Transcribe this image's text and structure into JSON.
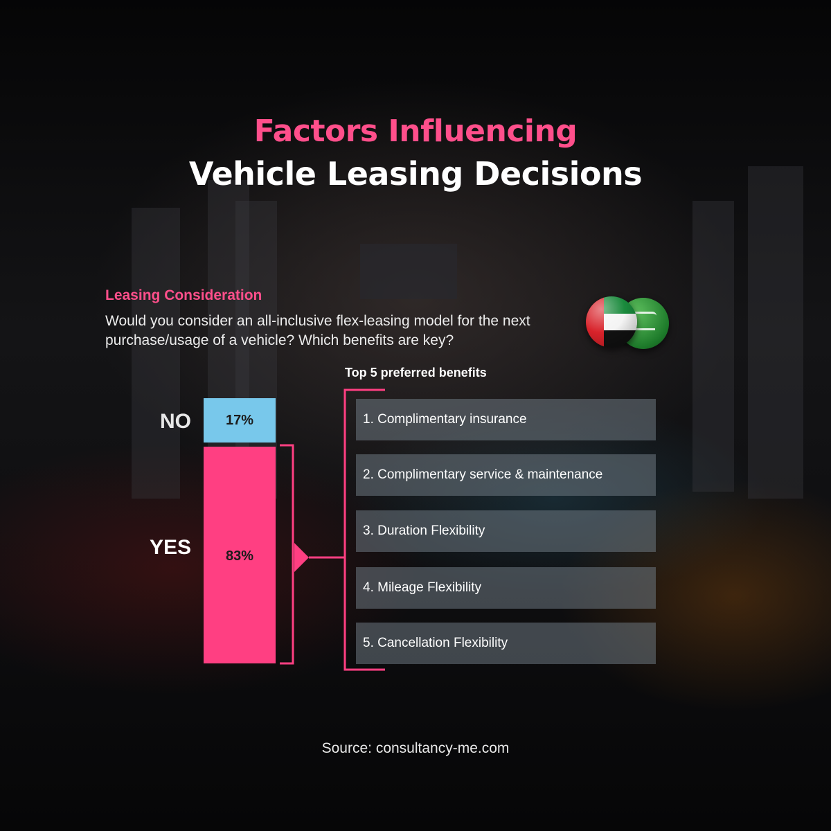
{
  "header": {
    "title_line1": "Factors Influencing",
    "title_line2": "Vehicle Leasing Decisions"
  },
  "section": {
    "label": "Leasing Consideration",
    "question": "Would you consider an all-inclusive flex-leasing model for the next purchase/usage of a vehicle? Which benefits are key?"
  },
  "flags": [
    "uae-flag-icon",
    "saudi-arabia-flag-icon"
  ],
  "chart_data": [
    {
      "type": "bar",
      "stacked": true,
      "categories": [
        "NO",
        "YES"
      ],
      "values": [
        17,
        83
      ],
      "value_labels": [
        "17%",
        "83%"
      ],
      "unit": "%",
      "colors": [
        "#78c8eb",
        "#ff3f82"
      ]
    },
    {
      "type": "table",
      "title": "Top 5 preferred benefits",
      "items": [
        "1. Complimentary insurance",
        "2. Complimentary service & maintenance",
        "3. Duration Flexibility",
        "4. Mileage Flexibility",
        "5. Cancellation Flexibility"
      ]
    }
  ],
  "footer": {
    "source": "Source: consultancy-me.com"
  },
  "colors": {
    "accent": "#ff4f8b",
    "no_bar": "#78c8eb",
    "yes_bar": "#ff3f82"
  }
}
